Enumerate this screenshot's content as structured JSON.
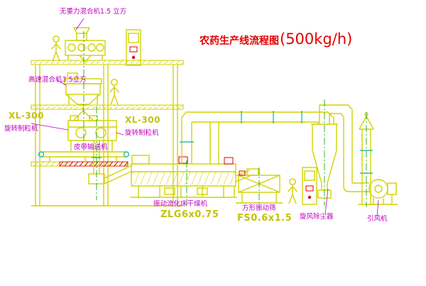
{
  "title": {
    "text": "农药生产线流程图",
    "capacity": "(500kg/h)"
  },
  "labels": {
    "gravity_mixer": "无重力混合机1.5 立方",
    "high_speed_mixer": "高速混合机3.5立方",
    "granulator_left_model": "XL-300",
    "granulator_left_name": "旋转制粒机",
    "granulator_center_model": "XL-300",
    "granulator_center_name": "旋转制粒机",
    "belt_conveyor": "皮带输送机",
    "dryer_name": "振动流化床干燥机",
    "dryer_model": "ZLG6x0.75",
    "sieve_name": "方形振动筛",
    "sieve_model": "FS0.6x1.5",
    "cyclone_duster": "旋风除尘器",
    "induced_draft_fan": "引风机"
  },
  "colors": {
    "line_yellow": "#d2d200",
    "text_yellow": "#c3c300",
    "magenta": "#c000c0",
    "red": "#e00000",
    "green": "#00a000",
    "cyan": "#00b4b4",
    "background": "#ffffff"
  }
}
